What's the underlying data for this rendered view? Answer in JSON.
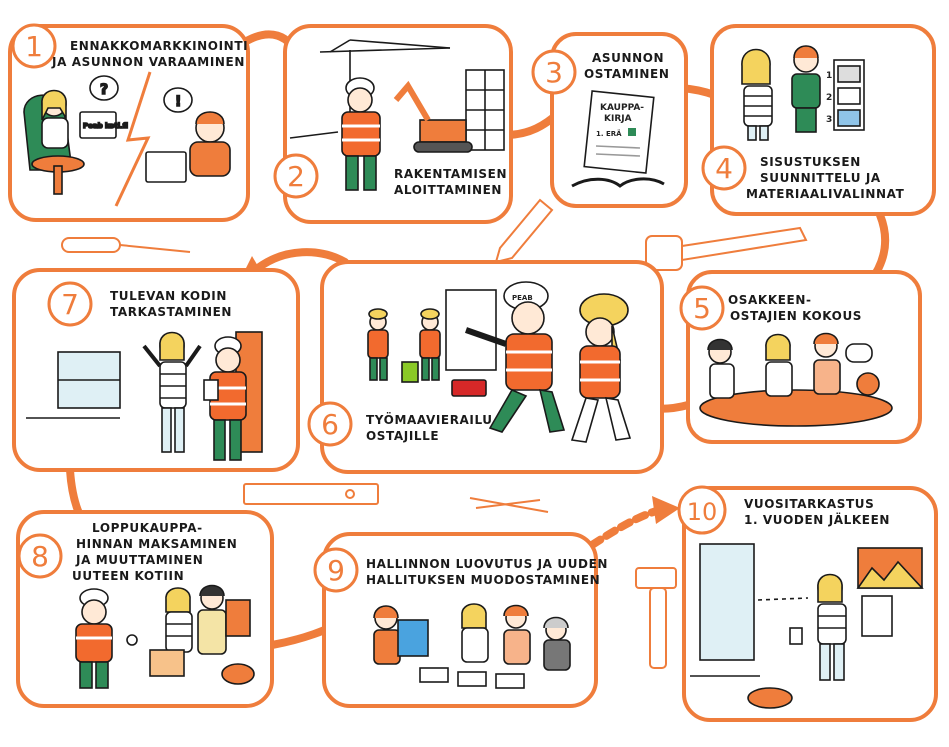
{
  "colors": {
    "accent": "#ef7d3c",
    "ink": "#1a1a1a",
    "vest": "#f26a2e",
    "green": "#2e8b57",
    "hair": "#f4d35e",
    "sky": "#dff0f5"
  },
  "steps": [
    {
      "number": "1",
      "lines": [
        "ENNAKKOMARKKINOINTI",
        "JA ASUNNON VARAAMINEN"
      ]
    },
    {
      "number": "2",
      "lines": [
        "RAKENTAMISEN",
        "ALOITTAMINEN"
      ]
    },
    {
      "number": "3",
      "lines": [
        "ASUNNON",
        "OSTAMINEN"
      ]
    },
    {
      "number": "4",
      "lines": [
        "SISUSTUKSEN",
        "SUUNNITTELU JA",
        "MATERIAALIVALINNAT"
      ]
    },
    {
      "number": "5",
      "lines": [
        "OSAKKEEN-",
        "OSTAJIEN KOKOUS"
      ]
    },
    {
      "number": "6",
      "lines": [
        "TYÖMAAVIERAILU",
        "OSTAJILLE"
      ]
    },
    {
      "number": "7",
      "lines": [
        "TULEVAN KODIN",
        "TARKASTAMINEN"
      ]
    },
    {
      "number": "8",
      "lines": [
        "LOPPUKAUPPA-",
        "HINNAN MAKSAMINEN",
        "JA MUUTTAMINEN",
        "UUTEEN KOTIIN"
      ]
    },
    {
      "number": "9",
      "lines": [
        "HALLINNON LUOVUTUS JA UUDEN",
        "HALLITUKSEN MUODOSTAMINEN"
      ]
    },
    {
      "number": "10",
      "lines": [
        "VUOSITARKASTUS",
        "1. VUODEN JÄLKEEN"
      ]
    }
  ],
  "illustrations": {
    "laptop_screen": "Peab koti.fi",
    "bubble_question": "?",
    "bubble_exclaim": "!",
    "contract_title_1": "KAUPPA-",
    "contract_title_2": "KIRJA",
    "contract_line": "1. ERÄ",
    "swatch_1": "1",
    "swatch_2": "2",
    "swatch_3": "3",
    "helmet_logo": "PEAB"
  }
}
